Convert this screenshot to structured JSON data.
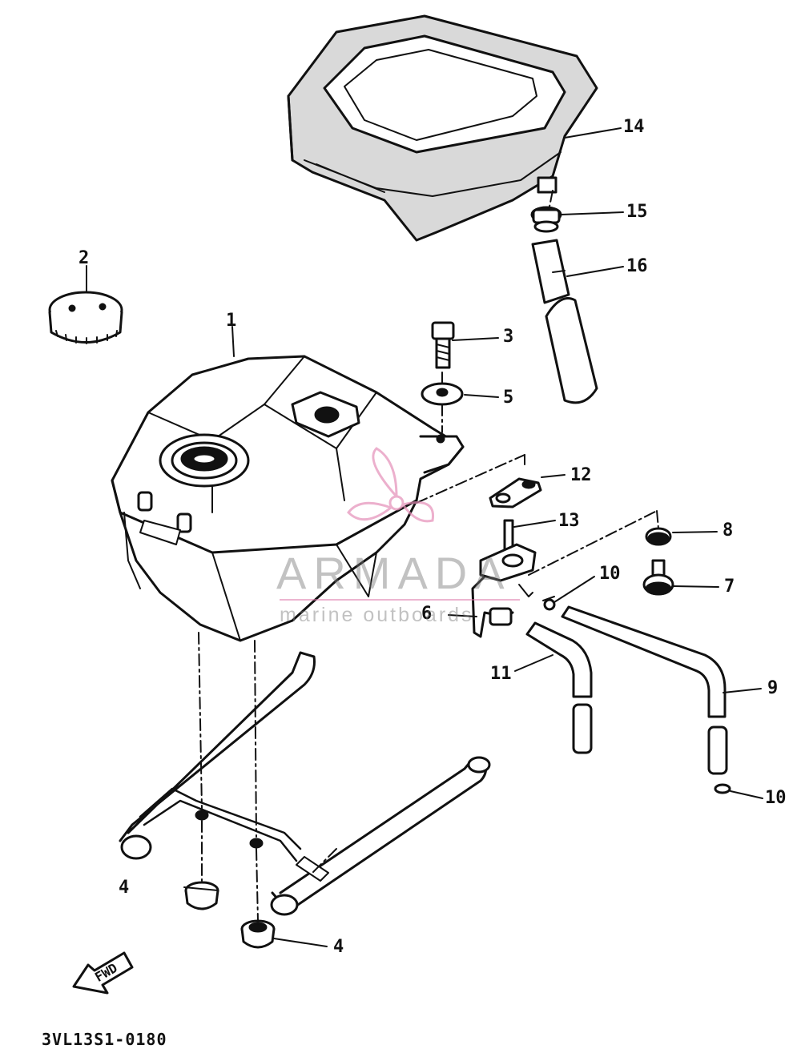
{
  "callouts": [
    {
      "id": "c1",
      "text": "1"
    },
    {
      "id": "c2",
      "text": "2"
    },
    {
      "id": "c3",
      "text": "3"
    },
    {
      "id": "c4a",
      "text": "4"
    },
    {
      "id": "c4b",
      "text": "4"
    },
    {
      "id": "c5",
      "text": "5"
    },
    {
      "id": "c6",
      "text": "6"
    },
    {
      "id": "c7",
      "text": "7"
    },
    {
      "id": "c8",
      "text": "8"
    },
    {
      "id": "c9",
      "text": "9"
    },
    {
      "id": "c10a",
      "text": "10"
    },
    {
      "id": "c10b",
      "text": "10"
    },
    {
      "id": "c11",
      "text": "11"
    },
    {
      "id": "c12",
      "text": "12"
    },
    {
      "id": "c13",
      "text": "13"
    },
    {
      "id": "c14",
      "text": "14"
    },
    {
      "id": "c15",
      "text": "15"
    },
    {
      "id": "c16",
      "text": "16"
    }
  ],
  "diagram_code": "3VL13S1-0180",
  "forward_arrow": "FWD",
  "watermark": {
    "title": "ARMADA",
    "subtitle": "marine outboards",
    "accent_color": "#e58fb8",
    "text_color": "#8c8c8c"
  },
  "icons": [
    "propeller-logo-icon",
    "forward-arrow-icon"
  ]
}
